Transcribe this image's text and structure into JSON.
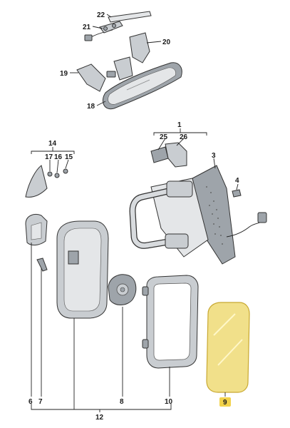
{
  "callouts": {
    "c1": "1",
    "c3": "3",
    "c4": "4",
    "c6": "6",
    "c7": "7",
    "c8": "8",
    "c9": "9",
    "c10": "10",
    "c12": "12",
    "c14": "14",
    "c15": "15",
    "c16": "16",
    "c17": "17",
    "c18": "18",
    "c19": "19",
    "c20": "20",
    "c21": "21",
    "c22": "22",
    "c25": "25",
    "c26": "26"
  },
  "colors": {
    "highlight_fill": "#f1e08a",
    "highlight_stroke": "#c8a830",
    "callout_9_badge": "#f2d24a"
  }
}
